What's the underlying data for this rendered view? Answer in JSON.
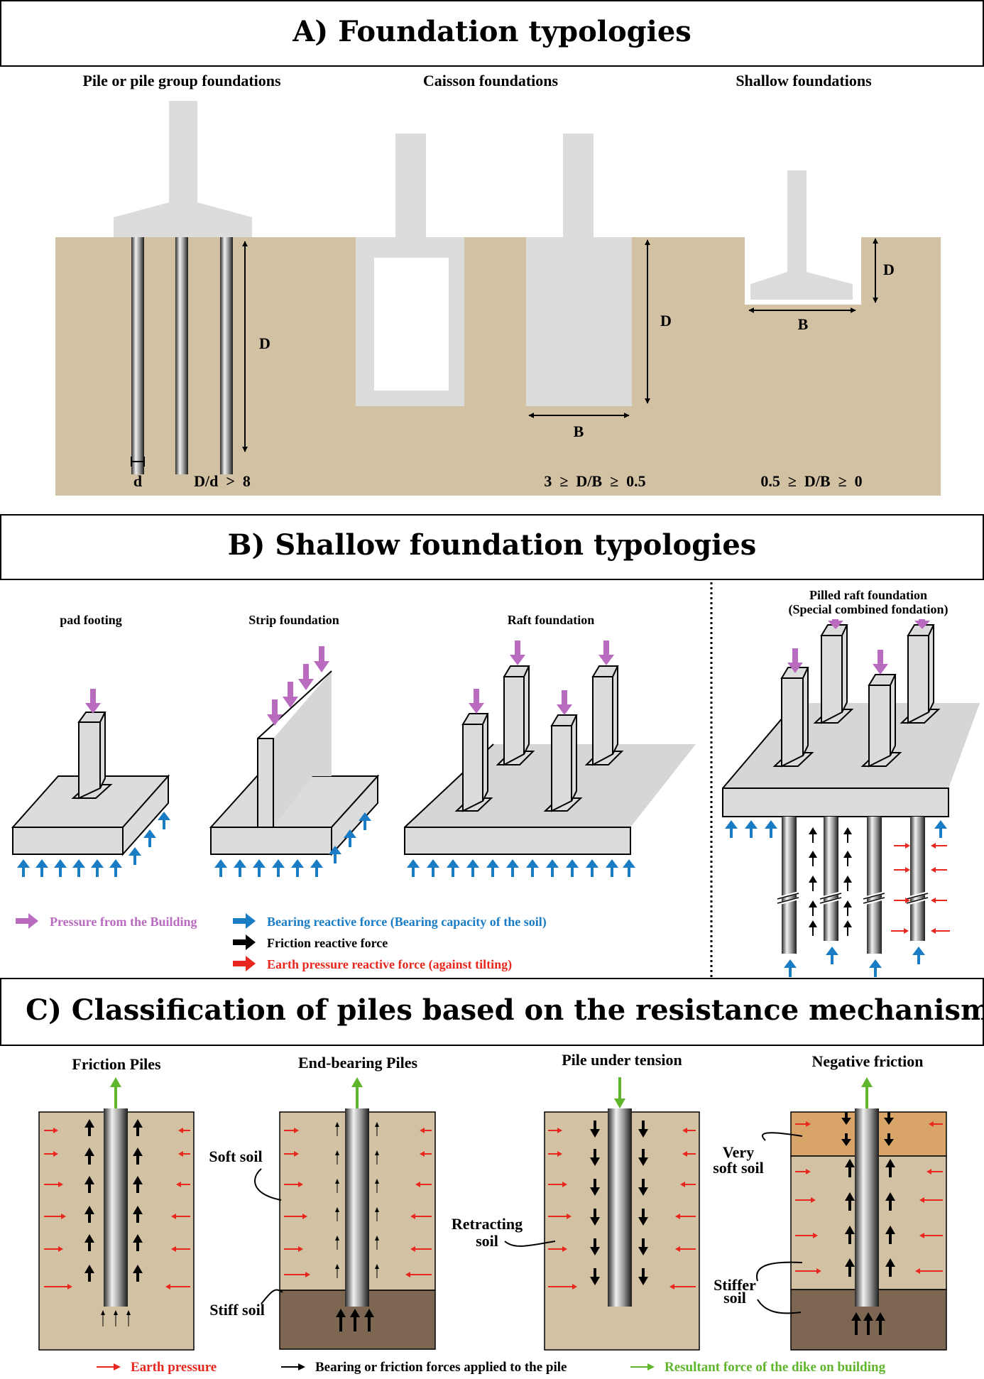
{
  "colors": {
    "soil": "#d3c1a3",
    "stiff_soil": "#7d6753",
    "very_soft_soil": "#d9a468",
    "concrete": "#dcdcdc",
    "slab": "#d6d6d6",
    "pressure": "#b86bbf",
    "bearing": "#1a7cc4",
    "friction": "#000000",
    "earth": "#e8281e",
    "resultant": "#5fb52b"
  },
  "section_a": {
    "title": "A) Foundation typologies",
    "col_pile": "Pile or pile group foundations",
    "col_caisson": "Caisson foundations",
    "col_shallow": "Shallow foundations",
    "dim_D_pile": "D",
    "dim_d": "d",
    "ratio_pile": "D/d  >  8",
    "dim_D_caisson": "D",
    "dim_B_caisson": "B",
    "ratio_caisson": "3  ≥  D/B  ≥  0.5",
    "dim_D_shallow": "D",
    "dim_B_shallow": "B",
    "ratio_shallow": "0.5  ≥  D/B  ≥  0"
  },
  "section_b": {
    "title": "B) Shallow foundation typologies",
    "pad": "pad footing",
    "strip": "Strip foundation",
    "raft": "Raft foundation",
    "piled_raft_1": "Pilled raft foundation",
    "piled_raft_2": "(Special combined fondation)",
    "legend_pressure": "Pressure from the Building",
    "legend_bearing": "Bearing reactive force (Bearing capacity of the soil)",
    "legend_friction": "Friction reactive force",
    "legend_earth": "Earth pressure reactive force (against tilting)"
  },
  "section_c": {
    "title": "C) Classification of piles based on the resistance mechanisms",
    "friction_piles": "Friction Piles",
    "end_bearing": "End-bearing Piles",
    "tension": "Pile under tension",
    "negative": "Negative friction",
    "soft_soil": "Soft soil",
    "stiff_soil": "Stiff soil",
    "retracting_1": "Retracting",
    "retracting_2": "soil",
    "very_1": "Very",
    "very_2": "soft soil",
    "stiffer_1": "Stiffer",
    "stiffer_2": "soil",
    "legend_earth": "Earth pressure",
    "legend_bearing": "Bearing or friction forces applied to the pile",
    "legend_resultant": "Resultant force of the dike on building"
  }
}
